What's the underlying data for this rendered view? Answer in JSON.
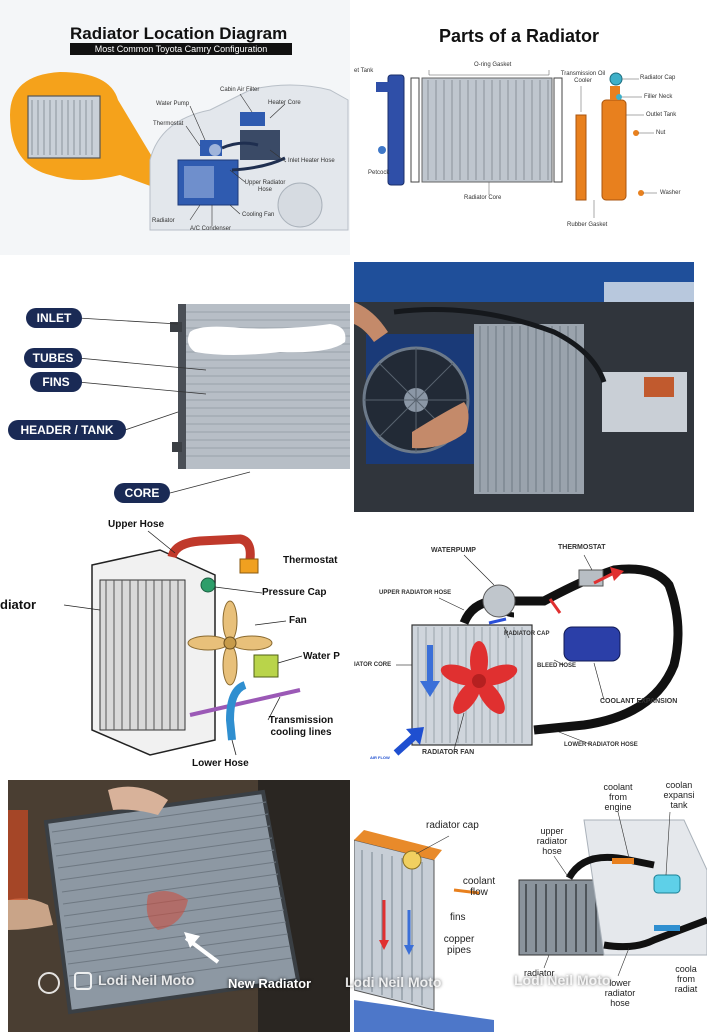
{
  "panel1": {
    "title": "Radiator Location Diagram",
    "subtitle": "Most Common Toyota Camry Configuration",
    "labels": {
      "cabin_air_filter": "Cabin Air Filter",
      "water_pump": "Water Pump",
      "heater_core": "Heater Core",
      "thermostat": "Thermostat",
      "inlet_heater_hose": "Inlet Heater Hose",
      "upper_radiator_hose": "Upper Radiator Hose",
      "radiator": "Radiator",
      "cooling_fan": "Cooling Fan",
      "ac_condenser": "A/C Condenser"
    }
  },
  "panel2": {
    "title": "Parts of a Radiator",
    "labels": {
      "inlet_tank": "et Tank",
      "oring_gasket": "O-ring Gasket",
      "transmission_oil_cooler": "Transmission Oil Cooler",
      "radiator_cap": "Radiator Cap",
      "filler_neck": "Filler Neck",
      "outlet_tank": "Outlet Tank",
      "nut": "Nut",
      "petcock": "Petcock",
      "radiator_core": "Radiator Core",
      "washer": "Washer",
      "rubber_gasket": "Rubber Gasket"
    }
  },
  "panel3": {
    "labels": {
      "inlet": "INLET",
      "tubes": "TUBES",
      "fins": "FINS",
      "header_tank": "HEADER / TANK",
      "core": "CORE"
    }
  },
  "panel5": {
    "labels": {
      "upper_hose": "Upper Hose",
      "thermostat": "Thermostat",
      "radiator": "diator",
      "pressure_cap": "Pressure Cap",
      "fan": "Fan",
      "water_pump": "Water P",
      "transmission_cooling_lines": "Transmission cooling lines",
      "lower_hose": "Lower Hose"
    }
  },
  "panel6": {
    "labels": {
      "waterpump": "WATERPUMP",
      "thermostat": "THERMOSTAT",
      "upper_radiator_hose": "UPPER RADIATOR HOSE",
      "radiator_cap": "RADIATOR CAP",
      "bleed_hose": "BLEED HOSE",
      "radiator_core": "IATOR CORE",
      "coolant_expansion": "COOLANT EXPANSION",
      "air_flow": "AIR FLOW",
      "radiator_fan": "RADIATOR FAN",
      "lower_radiator_hose": "LOWER RADIATOR HOSE"
    }
  },
  "panel7": {
    "caption": "New Radiator"
  },
  "panel8": {
    "labels": {
      "radiator_cap": "radiator cap",
      "coolant_flow": "coolant flow",
      "fins": "fins",
      "copper_pipes": "copper pipes",
      "coolant_from_engine": "coolant from engine",
      "coolant_expansion_tank": "coolan expansi tank",
      "upper_radiator_hose": "upper radiator hose",
      "radiator": "radiator",
      "lower_radiator_hose": "lower radiator hose",
      "coolant_to_radiator": "coola from radiat"
    }
  },
  "watermarks": {
    "left": "Lodi Neil Moto",
    "middle": "Lodi Neil Moto",
    "right": "Lodi Neil Moto"
  },
  "colors": {
    "navy": "#1a2a55",
    "orange_highlight": "#f5a21b",
    "blue_part": "#2f5bb0",
    "orange_part": "#e8801e",
    "hose_red": "#c0392b"
  }
}
